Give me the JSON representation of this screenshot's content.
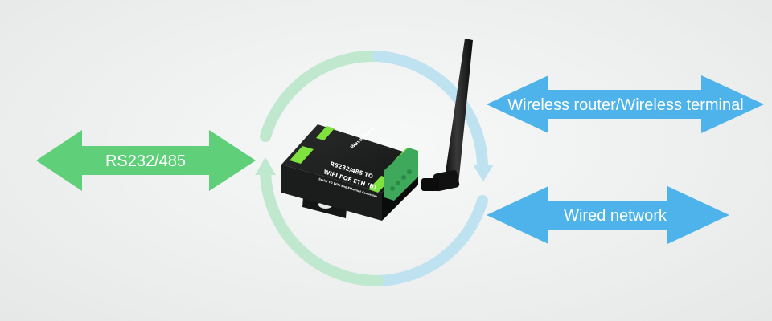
{
  "arrows": {
    "left": {
      "label": "RS232/485",
      "color": "#5fcf7a"
    },
    "right_top": {
      "label": "Wireless router/Wireless terminal",
      "color": "#4db3ea"
    },
    "right_bottom": {
      "label": "Wired network",
      "color": "#4db3ea"
    }
  },
  "cycle": {
    "color_green": "#bfe8cf",
    "color_blue": "#bfe2f1"
  },
  "device": {
    "brand": "Waveshare",
    "title_line1": "RS232/485 TO",
    "title_line2": "WIFI POE ETH (B)",
    "subtitle": "Serial TO WIFI and Ethernet Converter",
    "color_body": "#1b1c1c",
    "color_accent": "#7fe23f"
  }
}
